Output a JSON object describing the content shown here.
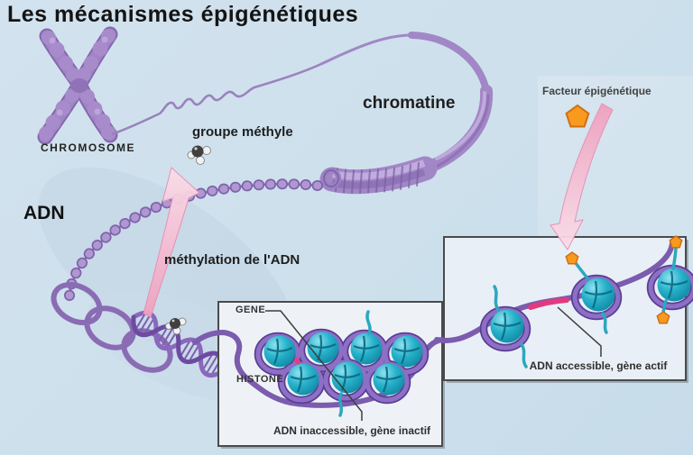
{
  "title": "Les mécanismes épigénétiques",
  "labels": {
    "chromosome": "CHROMOSOME",
    "adn": "ADN",
    "groupe_methyle": "groupe méthyle",
    "chromatine": "chromatine",
    "methylation_adn": "méthylation de l'ADN",
    "facteur_epigenetique": "Facteur épigénétique"
  },
  "inactive_gene_box": {
    "gene_label": "GENE",
    "histone_label": "HISTONE",
    "caption": "ADN inaccessible, gène inactif"
  },
  "active_gene_box": {
    "caption": "ADN accessible, gène actif"
  },
  "icons": {
    "methyl_group": "methyl-molecule-icon",
    "epigenetic_factor": "pentagon-icon"
  },
  "colors": {
    "background": "#cde0ec",
    "chromatin_purple": "#a287c6",
    "chromatin_purple_dark": "#6d4ba3",
    "chromatin_purple_light": "#c6b3e0",
    "dna_helix_purple": "#8a68bd",
    "nucleosome_teal": "#17a2bd",
    "nucleosome_teal_dark": "#0a6d85",
    "accessible_dna_pink": "#e23a7f",
    "factor_orange": "#f79a1e",
    "arrow_pink": "#f1a0be",
    "box_border": "#4a4a4a",
    "box_background": "#eef2f6",
    "text_dark": "#1e1e1e"
  }
}
